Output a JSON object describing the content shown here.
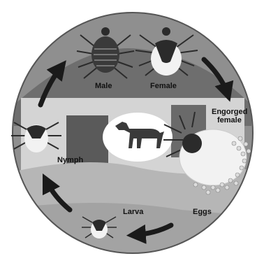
{
  "diagram": {
    "stages": {
      "male": "Male",
      "female": "Female",
      "engorged_line1": "Engorged",
      "engorged_line2": "female",
      "eggs": "Eggs",
      "larva": "Larva",
      "nymph": "Nymph"
    },
    "host_icon": "dog-icon",
    "colors": {
      "background": "#ffffff",
      "sky": "#8c8c8c",
      "ground": "#b9b9b9",
      "wall": "#d6d6d6",
      "roof": "#6d6d6d",
      "tick_body": "#2b2b2b",
      "tick_abdomen": "#f2f2f2",
      "arrow": "#1a1a1a",
      "dog": "#3a3a3a"
    }
  }
}
